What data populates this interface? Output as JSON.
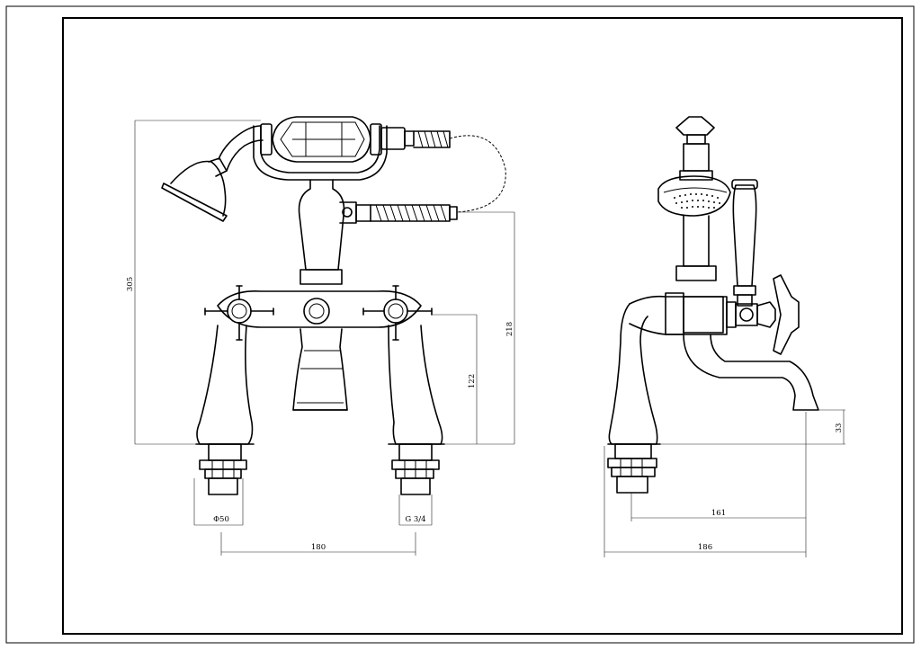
{
  "dimensions": {
    "front_height_overall": "305",
    "front_height_outlet": "218",
    "front_height_body": "122",
    "base_diameter": "Φ50",
    "inlet_thread": "G 3/4",
    "inlet_centres": "180",
    "side_spout_height": "33",
    "side_spout_reach": "161",
    "side_overall_depth": "186"
  },
  "colors": {
    "line": "#000000",
    "background": "#ffffff"
  }
}
